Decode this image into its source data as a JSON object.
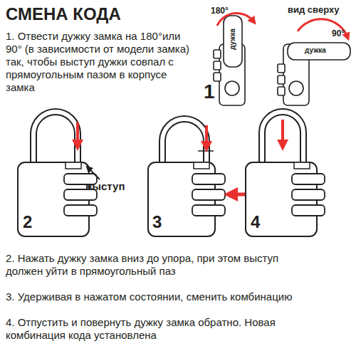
{
  "diagram": {
    "title": "СМЕНА КОДА",
    "labels": [
      "1. Отвести дужку замка на 180°или 90° (в зависимости от модели замка) так, чтобы выступ дужки совпал с прямоугольным пазом в корпусе замка",
      "180°",
      "вид сверху",
      "90°",
      "дужка",
      "дужка",
      "1",
      "выступ",
      "2",
      "3",
      "4",
      "2. Нажать дужку замка вниз до упора, при этом выступ должен уйти в прямоугольный паз",
      "3. Удерживая в нажатом состоянии, сменить комбинацию",
      "4. Отпустить и повернуть дужку замка обратно. Новая комбинация кода установлена"
    ]
  }
}
